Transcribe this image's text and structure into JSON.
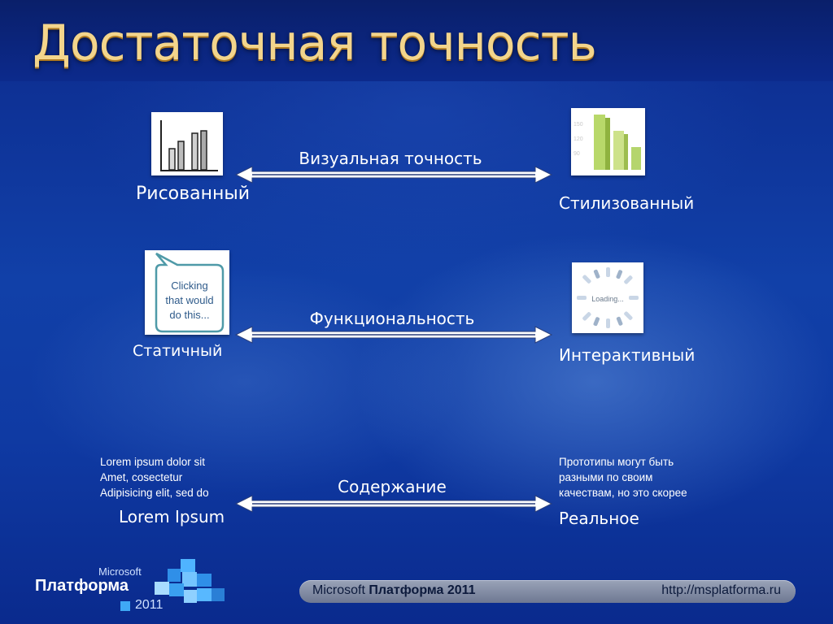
{
  "slide": {
    "title": "Достаточная точность"
  },
  "rows": [
    {
      "axis_label": "Визуальная точность",
      "left_label": "Рисованный",
      "right_label": "Стилизованный"
    },
    {
      "axis_label": "Функциональность",
      "left_label": "Статичный",
      "right_label": "Интерактивный",
      "left_image_text": [
        "Clicking",
        "that would",
        "do this..."
      ],
      "right_image_text": "Loading..."
    },
    {
      "axis_label": "Содержание",
      "left_text": [
        "Lorem ipsum dolor sit",
        "Amet, cosectetur",
        "Adipisicing elit, sed do"
      ],
      "left_label": "Lorem Ipsum",
      "right_text": [
        "Прототипы могут быть",
        "разными по своим",
        "качествам, но это скорее"
      ],
      "right_label": "Реальное"
    }
  ],
  "footer": {
    "brand_prefix": "Microsoft",
    "brand_name": "Платформа 2011",
    "url": "http://msplatforma.ru"
  },
  "logo": {
    "microsoft": "Microsoft",
    "platform": "Платформа",
    "year": "2011"
  },
  "colors": {
    "title": "#f3d58c",
    "background": "#0c2a8c",
    "footer_bar": "#8a93aa"
  }
}
